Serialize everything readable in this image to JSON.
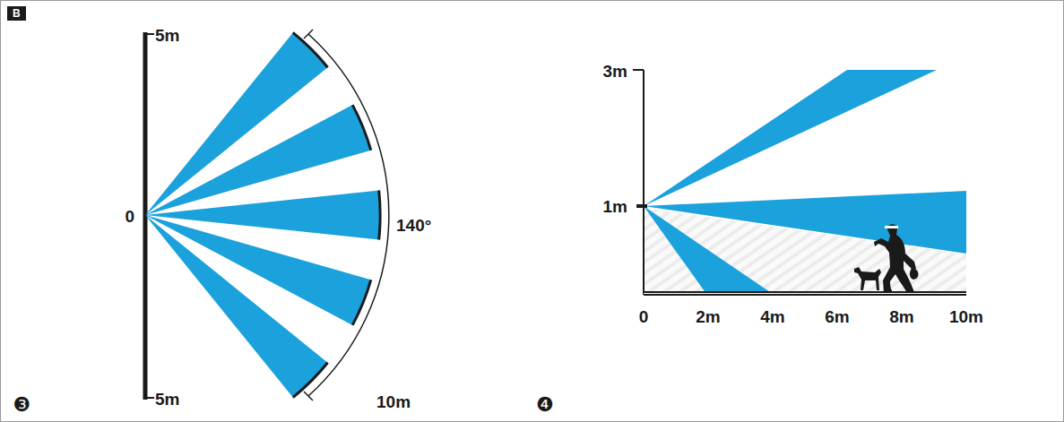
{
  "diagram": {
    "nodes": [
      {
        "text": [
          "B"
        ]
      }
    ],
    "labels": [
      "5m",
      "0",
      "5m",
      "140°",
      "10m",
      "❸",
      "3m",
      "1m",
      "0",
      "2m",
      "4m",
      "6m",
      "8m",
      "10m",
      "❹"
    ]
  }
}
